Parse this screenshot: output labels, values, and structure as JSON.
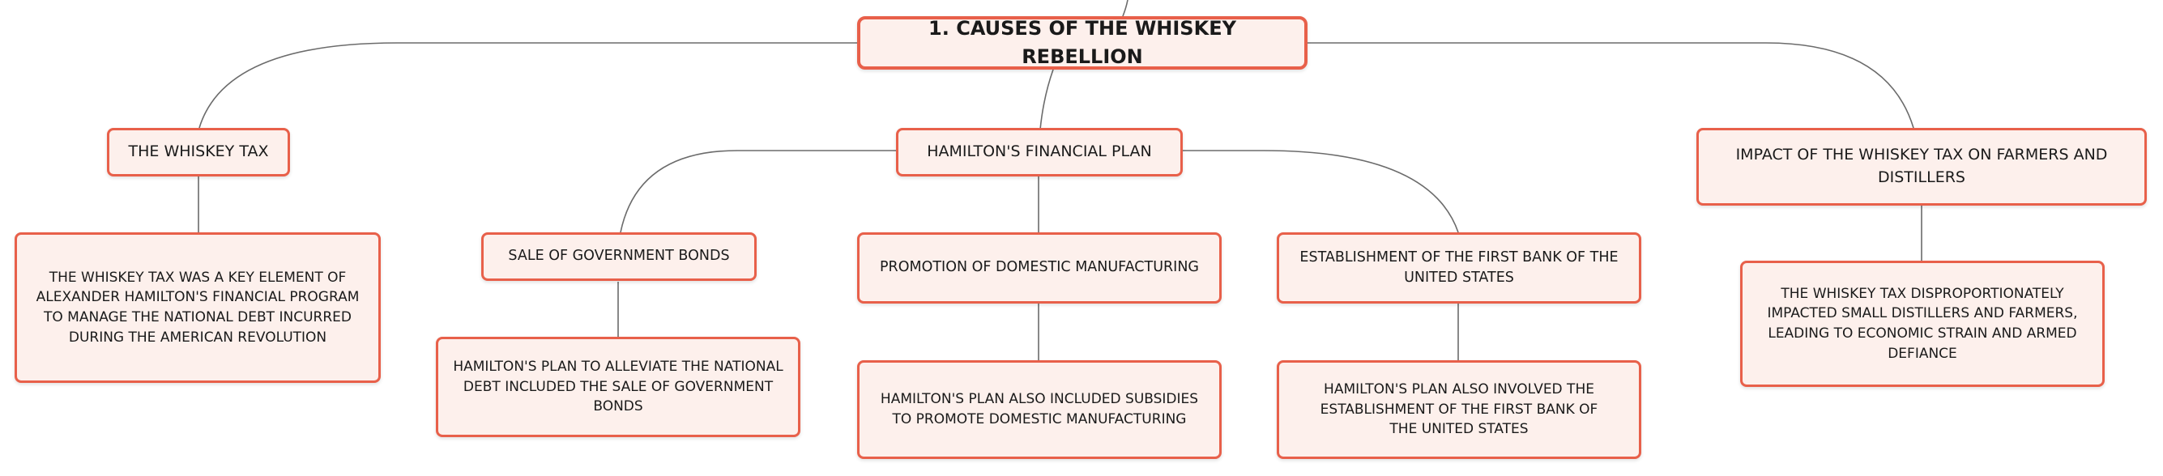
{
  "root": {
    "label": "1. CAUSES OF THE WHISKEY REBELLION"
  },
  "whiskey_tax": {
    "label": "THE WHISKEY TAX",
    "detail": "THE WHISKEY TAX WAS A KEY ELEMENT OF ALEXANDER HAMILTON'S FINANCIAL PROGRAM TO MANAGE THE NATIONAL DEBT INCURRED DURING THE AMERICAN REVOLUTION"
  },
  "financial_plan": {
    "label": "HAMILTON'S FINANCIAL PLAN",
    "bonds": {
      "label": "SALE OF GOVERNMENT BONDS",
      "detail": "HAMILTON'S PLAN TO ALLEVIATE THE NATIONAL DEBT INCLUDED THE SALE OF GOVERNMENT BONDS"
    },
    "manufacturing": {
      "label": "PROMOTION OF DOMESTIC MANUFACTURING",
      "detail": "HAMILTON'S PLAN ALSO INCLUDED SUBSIDIES TO PROMOTE DOMESTIC MANUFACTURING"
    },
    "bank": {
      "label": "ESTABLISHMENT OF THE FIRST BANK OF THE UNITED STATES",
      "detail": "HAMILTON'S PLAN ALSO INVOLVED THE ESTABLISHMENT OF THE FIRST BANK OF THE UNITED STATES"
    }
  },
  "impact": {
    "label": "IMPACT OF THE WHISKEY TAX ON FARMERS AND DISTILLERS",
    "detail": "THE WHISKEY TAX DISPROPORTIONATELY IMPACTED SMALL DISTILLERS AND FARMERS, LEADING TO ECONOMIC STRAIN AND ARMED DEFIANCE"
  },
  "colors": {
    "node_fill": "#fdf0ec",
    "node_border": "#e8604a",
    "connector": "#6b6b6b"
  }
}
